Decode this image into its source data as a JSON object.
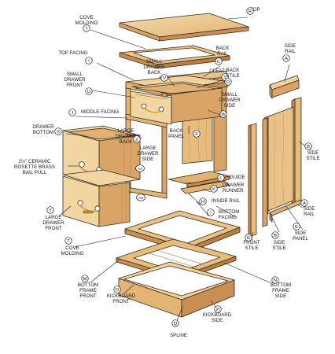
{
  "colors": {
    "wood_light": "#f1d6a2",
    "wood_mid": "#e6bd7d",
    "wood_dark": "#c9955a",
    "wood_edge": "#8b5a2b",
    "outline": "#3a2a1a",
    "brass": "#c8962e"
  },
  "labels": [
    {
      "key": "top",
      "text": "TOP",
      "letter": "R"
    },
    {
      "key": "cove_top",
      "text": "COVE\nMOLDING",
      "letter": "T"
    },
    {
      "key": "side_rail_top",
      "text": "SIDE\nRAIL",
      "letter": "A"
    },
    {
      "key": "top_facing",
      "text": "TOP FACING",
      "letter": "I"
    },
    {
      "key": "small_drawer_back",
      "text": "SMALL\nDRAWER\nBACK",
      "letter": "V"
    },
    {
      "key": "back_rail",
      "text": "BACK\nRAIL",
      "letter": "C"
    },
    {
      "key": "cleat",
      "text": "CLEAT",
      "letter": "S"
    },
    {
      "key": "back_stile",
      "text": "BACK\nSTILE",
      "letter": "D"
    },
    {
      "key": "small_drawer_front",
      "text": "SMALL\nDRAWER\nFRONT",
      "letter": "U"
    },
    {
      "key": "small_drawer_side",
      "text": "SMALL\nDRAWER\nSIDE",
      "letter": "W"
    },
    {
      "key": "middle_facing",
      "text": "MIDDLE FACING",
      "letter": "J"
    },
    {
      "key": "drawer_bottom",
      "text": "DRAWER\nBOTTOM",
      "letter": "X"
    },
    {
      "key": "large_drawer_back",
      "text": "LARGE\nDRAWER\nBACK",
      "letter": "Z"
    },
    {
      "key": "back_panel",
      "text": "BACK\nPANEL",
      "letter": "F"
    },
    {
      "key": "large_drawer_side",
      "text": "LARGE\nDRAWER\nSIDE",
      "letter": "AA"
    },
    {
      "key": "side_stile_r",
      "text": "SIDE\nSTILE",
      "letter": "B"
    },
    {
      "key": "pull",
      "text": "2½\" CERAMIC\nROSETTE BRASS\nBAIL PULL",
      "letter": ""
    },
    {
      "key": "guide",
      "text": "GUIDE",
      "letter": "L"
    },
    {
      "key": "drawer_runner",
      "text": "DRAWER\nRUNNER",
      "letter": "K"
    },
    {
      "key": "inside_rail",
      "text": "INSIDE RAIL",
      "letter": "H"
    },
    {
      "key": "bottom_facing",
      "text": "BOTTOM\nFACING",
      "letter": "I"
    },
    {
      "key": "large_drawer_front",
      "text": "LARGE\nDRAWER\nFRONT",
      "letter": "Y"
    },
    {
      "key": "large_drawer_front_mark",
      "text": "",
      "letter": "AA"
    },
    {
      "key": "side_rail_low",
      "text": "SIDE\nRAIL",
      "letter": "A"
    },
    {
      "key": "front_stile",
      "text": "FRONT\nSTILE",
      "letter": "G"
    },
    {
      "key": "side_stile_low",
      "text": "SIDE\nSTILE",
      "letter": "B"
    },
    {
      "key": "side_panel",
      "text": "SIDE\nPANEL",
      "letter": "E"
    },
    {
      "key": "cove_low",
      "text": "COVE\nMOLDING",
      "letter": "T"
    },
    {
      "key": "bottom_frame_front",
      "text": "BOTTOM\nFRAME\nFRONT",
      "letter": "M"
    },
    {
      "key": "bottom_frame_side",
      "text": "BOTTOM\nFRAME\nSIDE",
      "letter": "N"
    },
    {
      "key": "kickboard_front",
      "text": "KICKBOARD\nFRONT",
      "letter": "O"
    },
    {
      "key": "kickboard_side",
      "text": "KICKBOARD\nSIDE",
      "letter": "P"
    },
    {
      "key": "spline",
      "text": "SPLINE",
      "letter": "Q"
    }
  ]
}
